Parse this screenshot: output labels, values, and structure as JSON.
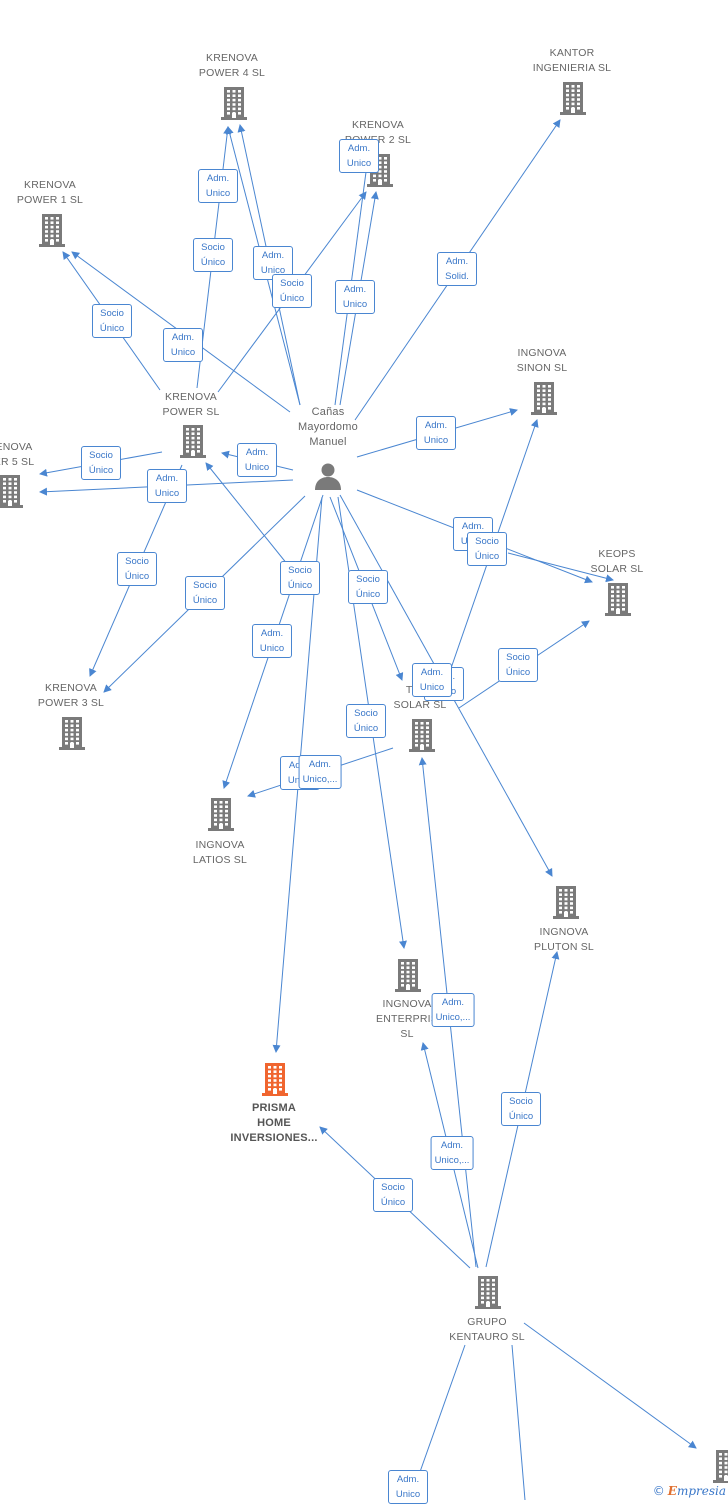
{
  "colors": {
    "edge": "#4a86d1",
    "building": "#7a7a7a",
    "focus_building": "#f0652f",
    "tag_text": "#3a77c8"
  },
  "person": {
    "name": "Cañas\nMayordomo\nManuel",
    "icon": "person-icon"
  },
  "companies": [
    {
      "id": "krenova-power-4",
      "name": "KRENOVA\nPOWER 4  SL",
      "focus": false
    },
    {
      "id": "kantor-ingenieria",
      "name": "KANTOR\nINGENIERIA  SL",
      "focus": false
    },
    {
      "id": "krenova-power-2",
      "name": "KRENOVA\nPOWER 2  SL",
      "focus": false
    },
    {
      "id": "krenova-power-1",
      "name": "KRENOVA\nPOWER 1  SL",
      "focus": false
    },
    {
      "id": "ingnova-sinon",
      "name": "INGNOVA\nSINON  SL",
      "focus": false
    },
    {
      "id": "krenova-power",
      "name": "KRENOVA\nPOWER  SL",
      "focus": false
    },
    {
      "id": "krenova-power-5",
      "name": "ENOVA\nER 5  SL",
      "focus": false
    },
    {
      "id": "keops-solar",
      "name": "KEOPS\nSOLAR  SL",
      "focus": false
    },
    {
      "id": "krenova-power-3",
      "name": "KRENOVA\nPOWER 3  SL",
      "focus": false
    },
    {
      "id": "teseo-solar",
      "name": "TESE\nSOLAR  SL",
      "focus": false
    },
    {
      "id": "ingnova-latios",
      "name": "INGNOVA\nLATIOS  SL",
      "focus": false
    },
    {
      "id": "ingnova-pluton",
      "name": "INGNOVA\nPLUTON  SL",
      "focus": false
    },
    {
      "id": "ingnova-enterprise",
      "name": "INGNOVA\nENTERPRIS\nSL",
      "focus": false
    },
    {
      "id": "prisma-home",
      "name": "PRISMA\nHOME\nINVERSIONES...",
      "focus": true
    },
    {
      "id": "grupo-kentauro",
      "name": "GRUPO\nKENTAURO  SL",
      "focus": false
    },
    {
      "id": "offscreen-right",
      "name": "",
      "focus": false
    }
  ],
  "relations": [
    {
      "text": "Adm.\nUnico"
    },
    {
      "text": "Socio\nÚnico"
    },
    {
      "text": "Adm.\nUnico"
    },
    {
      "text": "Socio\nÚnico"
    },
    {
      "text": "Adm.\nUnico"
    },
    {
      "text": "Adm.\nUnico"
    },
    {
      "text": "Adm.\nSolid."
    },
    {
      "text": "Socio\nÚnico"
    },
    {
      "text": "Adm.\nUnico"
    },
    {
      "text": "Adm.\nUnico"
    },
    {
      "text": "Socio\nÚnico"
    },
    {
      "text": "Adm.\nUnico"
    },
    {
      "text": "Adm.\nUnico"
    },
    {
      "text": "Adm.\nUnico"
    },
    {
      "text": "Socio\nÚnico"
    },
    {
      "text": "Socio\nÚnico"
    },
    {
      "text": "Adm.\nUnico"
    },
    {
      "text": "Socio\nÚnico"
    },
    {
      "text": "Socio\nÚnico"
    },
    {
      "text": "Adm.\nUnico"
    },
    {
      "text": "Adm.\nUnico"
    },
    {
      "text": "Socio\nÚnico"
    },
    {
      "text": "Socio\nÚnico"
    },
    {
      "text": "Adm.\nUnico"
    },
    {
      "text": "Socio\nÚnico"
    },
    {
      "text": "Adm.\nUnico,..."
    },
    {
      "text": "Socio\nÚnico"
    },
    {
      "text": "Adm.\nUnico,..."
    },
    {
      "text": "Socio\nÚnico"
    },
    {
      "text": "Adm.\nUnico,..."
    },
    {
      "text": "Adm.\nUnico"
    }
  ],
  "brand": {
    "copyright": "©",
    "first_letter": "E",
    "rest": "mpresia"
  }
}
